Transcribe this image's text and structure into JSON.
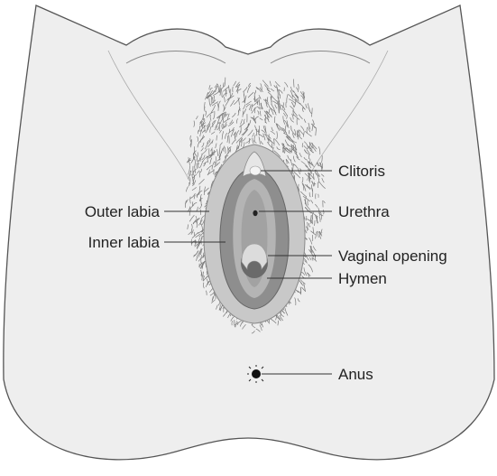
{
  "labels": {
    "clitoris": "Clitoris",
    "urethra": "Urethra",
    "vaginal_opening": "Vaginal opening",
    "hymen": "Hymen",
    "anus": "Anus",
    "outer_labia": "Outer labia",
    "inner_labia": "Inner labia"
  },
  "colors": {
    "skin": "#eeeeee",
    "outline": "#555555",
    "hair": "#7a7a7a",
    "outer_labia": "#c8c8c8",
    "inner_labia": "#8e8e8e",
    "vestibule": "#b0b0b0",
    "opening": "#6a6a6a",
    "leader_line": "#333333"
  }
}
